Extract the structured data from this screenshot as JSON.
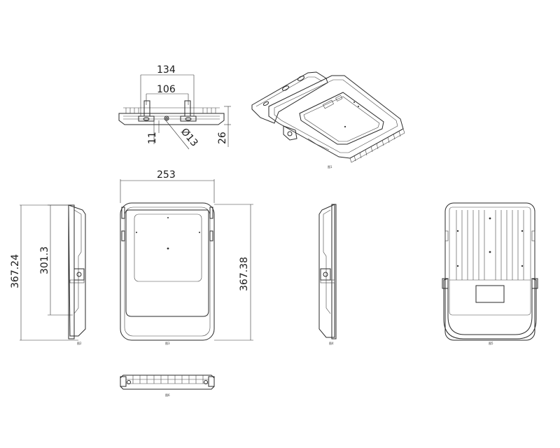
{
  "drawing": {
    "dimensions": {
      "top_width_outer": "134",
      "top_width_inner": "106",
      "top_height": "26",
      "top_bracket": "11",
      "top_hole": "Ø13",
      "front_width": "253",
      "front_height": "367.38",
      "side_height_total": "367.24",
      "side_height_body": "301.3"
    },
    "view_tags": {
      "iso": "图1",
      "side": "图2",
      "front": "图3",
      "side_right": "图4",
      "back": "图5",
      "bottom": "图6"
    },
    "colors": {
      "line": "#2a2a2a",
      "background": "#ffffff"
    }
  }
}
